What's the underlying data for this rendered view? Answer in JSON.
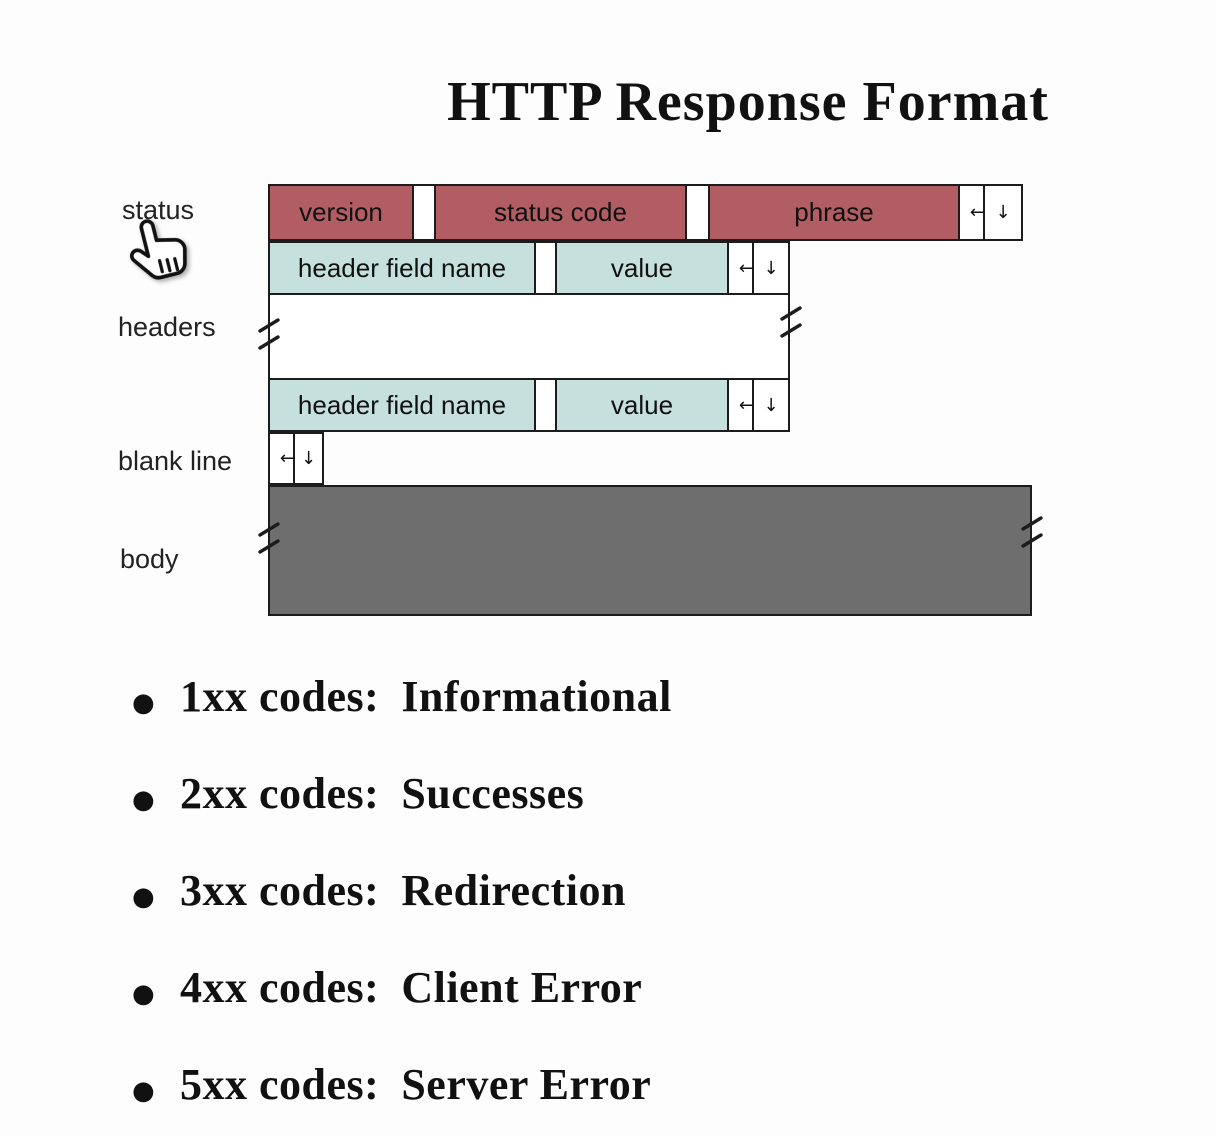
{
  "title": "HTTP Response Format",
  "colors": {
    "status_fill": "#b25d64",
    "header_fill": "#c6e0de",
    "body_fill": "#6e6e6e",
    "border": "#1c1c1c"
  },
  "diagram": {
    "row_labels": {
      "status": "status",
      "headers": "headers",
      "blank_line": "blank line",
      "body": "body"
    },
    "status_row": {
      "version": "version",
      "status_code": "status code",
      "phrase": "phrase",
      "cr": "←",
      "lf": "↓"
    },
    "header_row": {
      "field": "header field name",
      "value": "value",
      "cr": "←",
      "lf": "↓"
    },
    "blank_row": {
      "cr": "←",
      "lf": "↓"
    }
  },
  "bullets": [
    {
      "code": "1xx codes:",
      "label": "Informational"
    },
    {
      "code": "2xx codes:",
      "label": "Successes"
    },
    {
      "code": "3xx codes:",
      "label": "Redirection"
    },
    {
      "code": "4xx codes:",
      "label": "Client Error"
    },
    {
      "code": "5xx codes:",
      "label": "Server Error"
    }
  ]
}
